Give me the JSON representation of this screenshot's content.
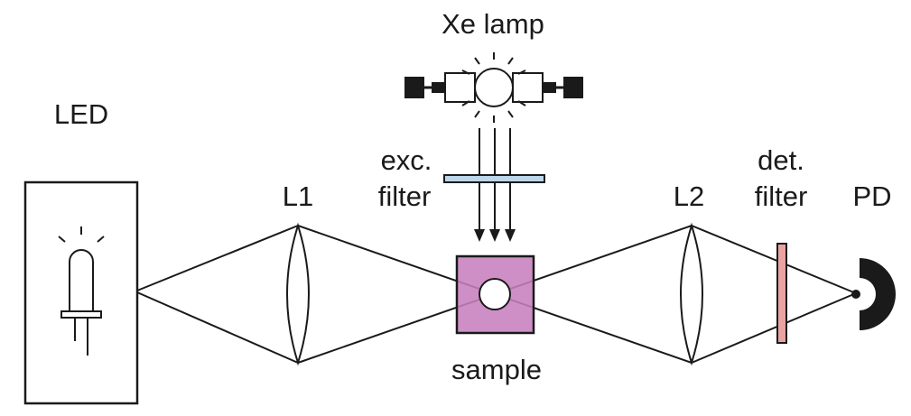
{
  "labels": {
    "xe_lamp": "Xe lamp",
    "led": "LED",
    "exc_filter_line1": "exc.",
    "exc_filter_line2": "filter",
    "l1": "L1",
    "l2": "L2",
    "det_filter_line1": "det.",
    "det_filter_line2": "filter",
    "pd": "PD",
    "sample": "sample"
  },
  "colors": {
    "line": "#1a1a1a",
    "exc_filter": "#bcd6ea",
    "sample_cuvette": "#c77fbf",
    "det_filter": "#e9a3a3"
  },
  "icons": {
    "led": "led-icon",
    "lamp": "xe-lamp-icon",
    "detector": "photodiode-icon"
  }
}
